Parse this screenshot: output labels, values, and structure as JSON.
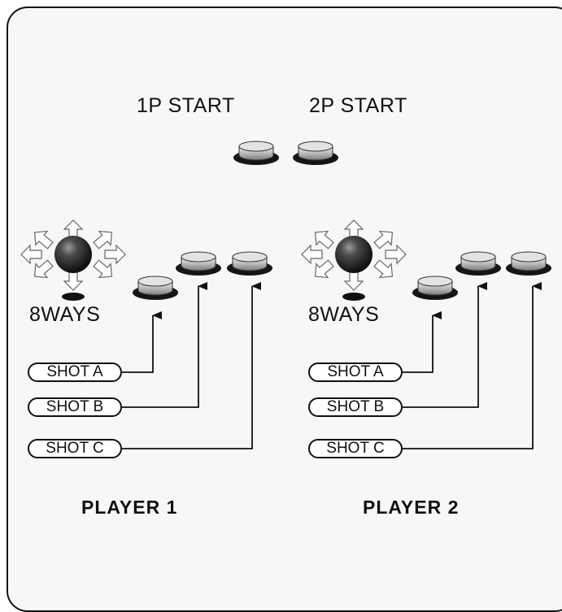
{
  "start_buttons": {
    "p1_label": "1P START",
    "p2_label": "2P START"
  },
  "players": [
    {
      "title": "PLAYER 1",
      "joystick_label": "8WAYS",
      "shots": [
        "SHOT A",
        "SHOT B",
        "SHOT C"
      ]
    },
    {
      "title": "PLAYER 2",
      "joystick_label": "8WAYS",
      "shots": [
        "SHOT A",
        "SHOT B",
        "SHOT C"
      ]
    }
  ],
  "colors": {
    "ink": "#111111",
    "button_body": "#bdbdbd",
    "button_base": "#151515",
    "ball": "#2a2a2a",
    "panel": "#f7f7f5"
  },
  "icons": [
    "arcade-button-icon",
    "joystick-icon",
    "direction-arrow-icon"
  ]
}
